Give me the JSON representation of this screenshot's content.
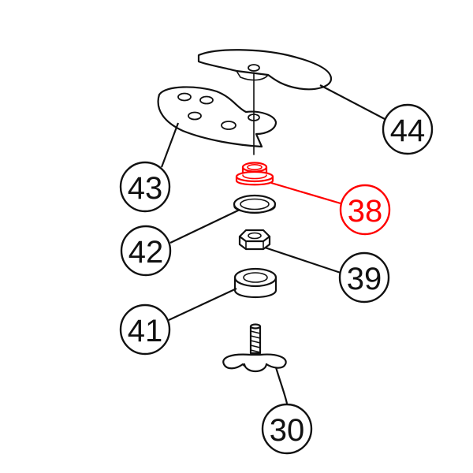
{
  "highlight_color": "#ff0000",
  "line_color": "#111111",
  "callouts": {
    "p44": "44",
    "p43": "43",
    "p38": "38",
    "p42": "42",
    "p39": "39",
    "p41": "41",
    "p30": "30"
  },
  "highlighted_part": "38"
}
